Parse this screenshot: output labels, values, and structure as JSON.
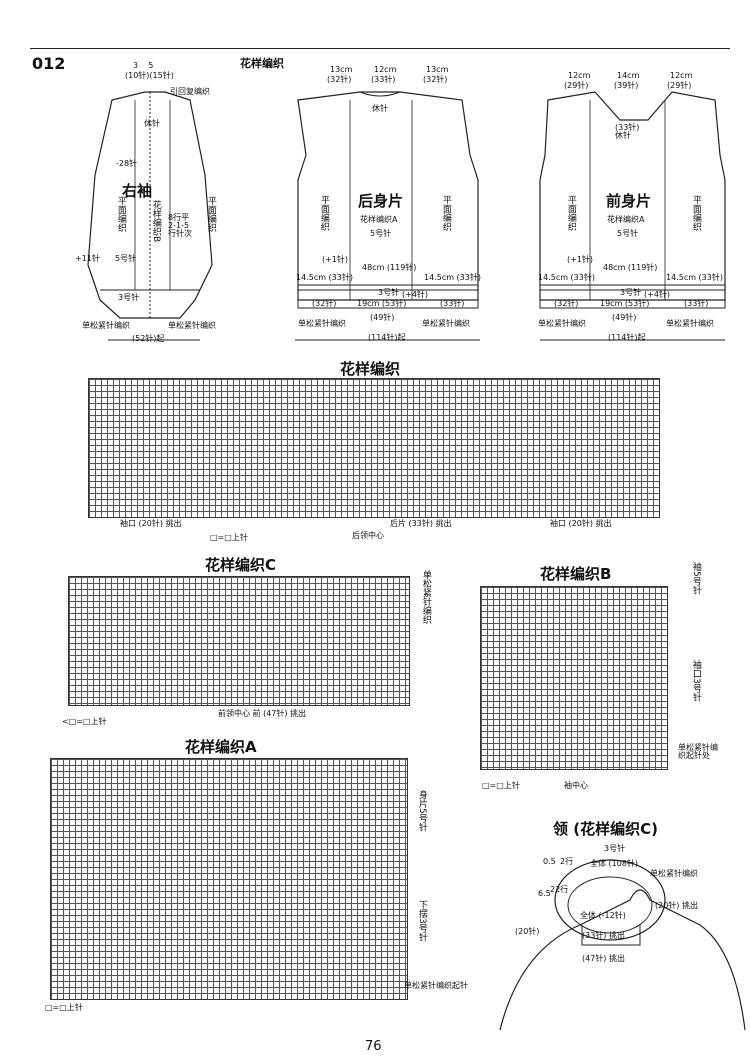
{
  "pattern_number": "012",
  "page_number": "76",
  "top_title": "花样编织",
  "sleeve": {
    "name": "右袖",
    "center_pattern": "花样编织B",
    "side_left": "平面编织",
    "side_right": "平面编织",
    "needle": "5号针",
    "cuff_needle": "3号针",
    "top_w_left": "3",
    "top_w_right": "5",
    "top_stitch": "(10针)(15针)",
    "pickup": "引回复编织",
    "wrist": "(52针)起",
    "cuff_label_left": "单松紧针编织",
    "cuff_label_right": "单松紧针编织",
    "row_count": "8行平 2-1-5 行针次",
    "incr_label": "+11针",
    "decr_label": "-28针",
    "cap": "休针"
  },
  "back": {
    "name": "后身片",
    "pattern": "花样编织A",
    "needle": "5号针",
    "side_left": "平面编织",
    "side_right": "平面编织",
    "top_dims": [
      "13cm",
      "12cm",
      "13cm"
    ],
    "top_stitches": [
      "(32针)",
      "(33针)",
      "(32针)"
    ],
    "neck": "休针",
    "width": "48cm (119针)",
    "hem_side": "14.5cm (33针)",
    "hem_mid": "19cm (53针)",
    "hem_total": "(49针)",
    "start": "(114针)起",
    "cuff_needle": "3号针",
    "rib_label_left": "单松紧针编织",
    "rib_label_right": "单松紧针编织",
    "adj": "(+1针)",
    "adj2": "(+4针)",
    "side_32": "(32针)",
    "side_33": "(33针)"
  },
  "front": {
    "name": "前身片",
    "pattern": "花样编织A",
    "needle": "5号针",
    "side_left": "平面编织",
    "side_right": "平面编织",
    "top_dims": [
      "12cm",
      "14cm",
      "12cm"
    ],
    "top_stitches": [
      "(29针)",
      "(39针)",
      "(29针)"
    ],
    "neck": "(33针)休针",
    "width": "48cm (119针)",
    "hem_side": "14.5cm (33针)",
    "hem_mid": "19cm (53针)",
    "hem_total": "(49针)",
    "start": "(114针)起",
    "cuff_needle": "3号针",
    "rib_label_left": "单松紧针编织",
    "rib_label_right": "单松紧针编织",
    "adj": "(+1针)",
    "adj2": "(+4针)",
    "side_32": "(32针)",
    "side_33": "(33针)"
  },
  "chart_main": {
    "title": "花样编织",
    "labels": [
      "袖口 (20针) 挑出",
      "后片 (33针) 挑出",
      "袖口 (20针) 挑出"
    ],
    "center": "后领中心",
    "legend": "□=□上针"
  },
  "chart_c": {
    "title": "花样编织C",
    "side_label": "单松紧针编织",
    "bottom_label": "前领中心 前 (47针) 挑出",
    "legend": "<□=□上针"
  },
  "chart_b": {
    "title": "花样编织B",
    "side_top": "袖5号针",
    "side_mid": "袖口3号针",
    "side_bot": "单松紧针编织起针处",
    "center": "袖中心",
    "legend": "□=□上针"
  },
  "chart_a": {
    "title": "花样编织A",
    "side_top": "身片5号针",
    "side_bot": "下摆3号针",
    "rib": "单松紧针编织起针",
    "legend": "□=□上针"
  },
  "collar": {
    "title": "领 (花样编织C)",
    "needle": "3号针",
    "total": "全体 (108针)",
    "rib": "单松紧针编织",
    "dec": "全体 (-12针)",
    "back_pick": "(20针)",
    "center_pick": "(33针) 挑出",
    "front_pick": "(47针) 挑出",
    "side_pick": "(20针) 挑出",
    "dim1": "0.5",
    "dim1_rows": "2行",
    "dim2": "6.5",
    "dim2_rows": "22行"
  }
}
